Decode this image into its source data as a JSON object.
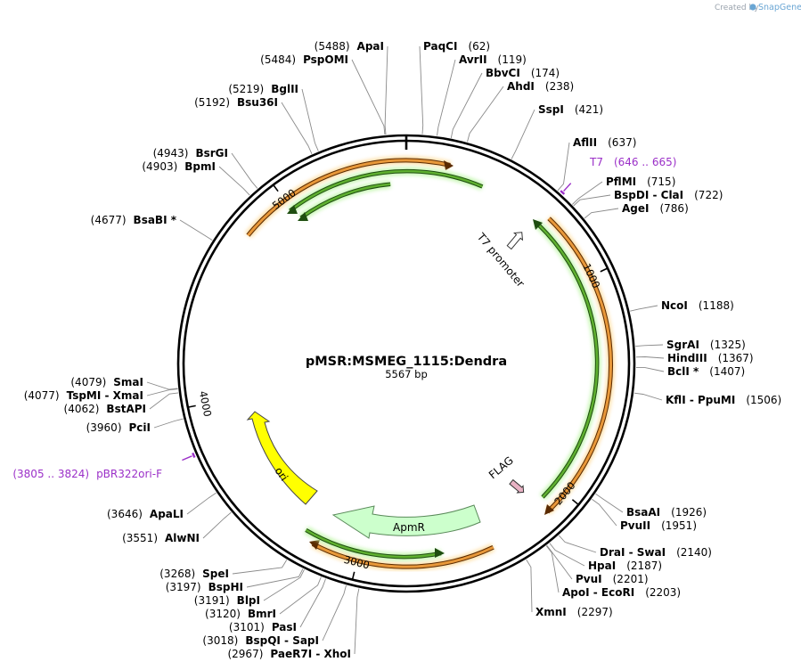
{
  "credit": {
    "prefix": "Created by",
    "brand": "SnapGene"
  },
  "plasmid": {
    "name": "pMSR:MSMEG_1115:Dendra",
    "length_label": "5567 bp",
    "length": 5567
  },
  "ticks": [
    {
      "pos": 1000,
      "label": "1000"
    },
    {
      "pos": 2000,
      "label": "2000"
    },
    {
      "pos": 3000,
      "label": "3000"
    },
    {
      "pos": 4000,
      "label": "4000"
    },
    {
      "pos": 5000,
      "label": "5000"
    }
  ],
  "sites": [
    {
      "id": "apai",
      "name": "ApaI",
      "pos_label": "(5488)",
      "pos": 5488,
      "side": "L"
    },
    {
      "id": "pspomi",
      "name": "PspOMI",
      "pos_label": "(5484)",
      "pos": 5484,
      "side": "L"
    },
    {
      "id": "bglii",
      "name": "BglII",
      "pos_label": "(5219)",
      "pos": 5219,
      "side": "L"
    },
    {
      "id": "bsu36i",
      "name": "Bsu36I",
      "pos_label": "(5192)",
      "pos": 5192,
      "side": "L"
    },
    {
      "id": "bsrgi",
      "name": "BsrGI",
      "pos_label": "(4943)",
      "pos": 4943,
      "side": "L"
    },
    {
      "id": "bpmi",
      "name": "BpmI",
      "pos_label": "(4903)",
      "pos": 4903,
      "side": "L"
    },
    {
      "id": "bsabi",
      "name": "BsaBI *",
      "pos_label": "(4677)",
      "pos": 4677,
      "side": "L"
    },
    {
      "id": "smai",
      "name": "SmaI",
      "pos_label": "(4079)",
      "pos": 4079,
      "side": "L"
    },
    {
      "id": "tspmi",
      "name": "TspMI  - XmaI",
      "pos_label": "(4077)",
      "pos": 4077,
      "side": "L"
    },
    {
      "id": "bstapi",
      "name": "BstAPI",
      "pos_label": "(4062)",
      "pos": 4062,
      "side": "L"
    },
    {
      "id": "pcii",
      "name": "PciI",
      "pos_label": "(3960)",
      "pos": 3960,
      "side": "L"
    },
    {
      "id": "apali",
      "name": "ApaLI",
      "pos_label": "(3646)",
      "pos": 3646,
      "side": "L"
    },
    {
      "id": "alwni",
      "name": "AlwNI",
      "pos_label": "(3551)",
      "pos": 3551,
      "side": "L"
    },
    {
      "id": "spei",
      "name": "SpeI",
      "pos_label": "(3268)",
      "pos": 3268,
      "side": "L"
    },
    {
      "id": "bsphi",
      "name": "BspHI",
      "pos_label": "(3197)",
      "pos": 3197,
      "side": "L"
    },
    {
      "id": "blpi",
      "name": "BlpI",
      "pos_label": "(3191)",
      "pos": 3191,
      "side": "L"
    },
    {
      "id": "bmri",
      "name": "BmrI",
      "pos_label": "(3120)",
      "pos": 3120,
      "side": "L"
    },
    {
      "id": "pasi",
      "name": "PasI",
      "pos_label": "(3101)",
      "pos": 3101,
      "side": "L"
    },
    {
      "id": "bspqi",
      "name": "BspQI  - SapI",
      "pos_label": "(3018)",
      "pos": 3018,
      "side": "L"
    },
    {
      "id": "paer7i",
      "name": "PaeR7I  - XhoI",
      "pos_label": "(2967)",
      "pos": 2967,
      "side": "L"
    },
    {
      "id": "paqci",
      "name": "PaqCI",
      "pos_label": "(62)",
      "pos": 62,
      "side": "R"
    },
    {
      "id": "avrii",
      "name": "AvrII",
      "pos_label": "(119)",
      "pos": 119,
      "side": "R"
    },
    {
      "id": "bbvci",
      "name": "BbvCI",
      "pos_label": "(174)",
      "pos": 174,
      "side": "R"
    },
    {
      "id": "ahdi",
      "name": "AhdI",
      "pos_label": "(238)",
      "pos": 238,
      "side": "R"
    },
    {
      "id": "sspi",
      "name": "SspI",
      "pos_label": "(421)",
      "pos": 421,
      "side": "R"
    },
    {
      "id": "aflii",
      "name": "AflII",
      "pos_label": "(637)",
      "pos": 637,
      "side": "R"
    },
    {
      "id": "pflmi",
      "name": "PflMI",
      "pos_label": "(715)",
      "pos": 715,
      "side": "R"
    },
    {
      "id": "bspdi",
      "name": "BspDI  - ClaI",
      "pos_label": "(722)",
      "pos": 722,
      "side": "R"
    },
    {
      "id": "agei",
      "name": "AgeI",
      "pos_label": "(786)",
      "pos": 786,
      "side": "R"
    },
    {
      "id": "ncoi",
      "name": "NcoI",
      "pos_label": "(1188)",
      "pos": 1188,
      "side": "R"
    },
    {
      "id": "sgrai",
      "name": "SgrAI",
      "pos_label": "(1325)",
      "pos": 1325,
      "side": "R"
    },
    {
      "id": "hindiii",
      "name": "HindIII",
      "pos_label": "(1367)",
      "pos": 1367,
      "side": "R"
    },
    {
      "id": "bcli",
      "name": "BclI *",
      "pos_label": "(1407)",
      "pos": 1407,
      "side": "R"
    },
    {
      "id": "kfli",
      "name": "KflI  - PpuMI",
      "pos_label": "(1506)",
      "pos": 1506,
      "side": "R"
    },
    {
      "id": "bsaai",
      "name": "BsaAI",
      "pos_label": "(1926)",
      "pos": 1926,
      "side": "R"
    },
    {
      "id": "pvuii",
      "name": "PvuII",
      "pos_label": "(1951)",
      "pos": 1951,
      "side": "R"
    },
    {
      "id": "drai",
      "name": "DraI  - SwaI",
      "pos_label": "(2140)",
      "pos": 2140,
      "side": "R"
    },
    {
      "id": "hpai",
      "name": "HpaI",
      "pos_label": "(2187)",
      "pos": 2187,
      "side": "R"
    },
    {
      "id": "pvui",
      "name": "PvuI",
      "pos_label": "(2201)",
      "pos": 2201,
      "side": "R"
    },
    {
      "id": "apoi",
      "name": "ApoI  - EcoRI",
      "pos_label": "(2203)",
      "pos": 2203,
      "side": "R"
    },
    {
      "id": "xmni",
      "name": "XmnI",
      "pos_label": "(2297)",
      "pos": 2297,
      "side": "R"
    }
  ],
  "primers": [
    {
      "id": "t7",
      "name": "T7",
      "range_label": "(646 .. 665)",
      "start": 646,
      "end": 665,
      "color": "#9b30c8"
    },
    {
      "id": "pbr322ori-f",
      "name": "pBR322ori-F",
      "range_label": "(3805 .. 3824)",
      "start": 3805,
      "end": 3824,
      "color": "#9b30c8"
    }
  ],
  "features": [
    {
      "id": "t7-promoter",
      "name": "T7 promoter",
      "start": 646,
      "end": 665
    },
    {
      "id": "flag",
      "name": "FLAG",
      "start": 2008,
      "end": 2031
    },
    {
      "id": "ori",
      "name": "ori",
      "start": 3800,
      "end": 4390
    },
    {
      "id": "apmr",
      "name": "ApmR",
      "start": 2740,
      "end": 3350
    }
  ],
  "colors": {
    "backbone": "#000000",
    "orf_fill": "#e8983a",
    "orf_stroke": "#5a2a00",
    "cds_fill": "#5fb030",
    "cds_stroke": "#1e4d10",
    "ori": "#ffff00",
    "apmr": "#ccffcc",
    "flag": "#e8b2c4",
    "primer": "#9b30c8"
  }
}
